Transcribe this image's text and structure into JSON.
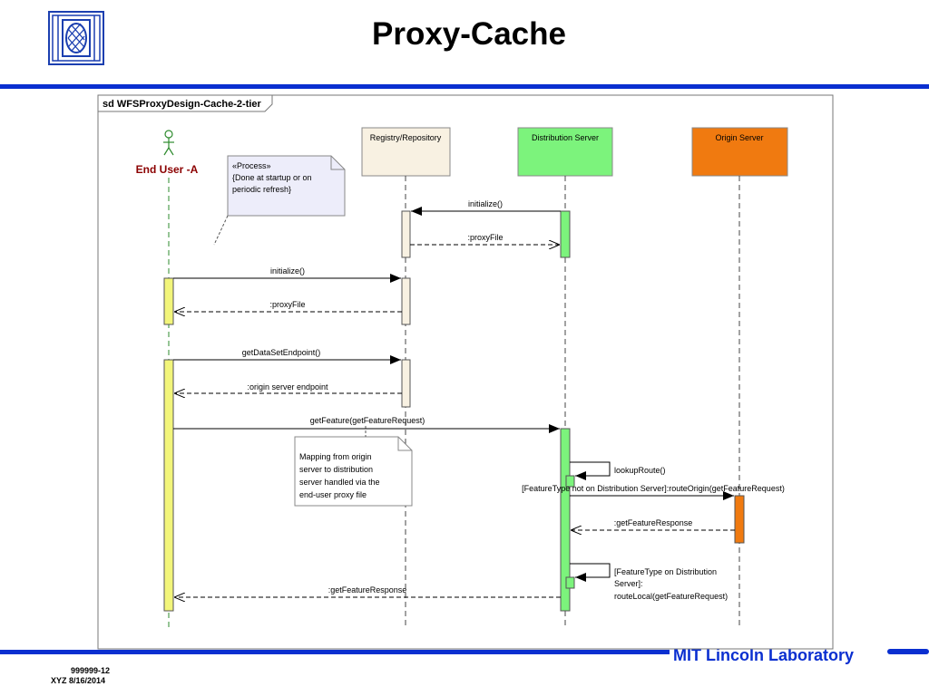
{
  "slide": {
    "title": "Proxy-Cache",
    "footer_lab": "MIT Lincoln Laboratory",
    "footer_id": "999999-12",
    "footer_date": "XYZ 8/16/2014"
  },
  "diagram": {
    "frame_label": "sd WFSProxyDesign-Cache-2-tier",
    "actor": "End User -A",
    "lifelines": {
      "registry": "Registry/Repository",
      "distribution": "Distribution Server",
      "origin": "Origin Server"
    },
    "notes": {
      "process": [
        "«Process»",
        "{Done at startup or on",
        "periodic refresh}"
      ],
      "mapping": [
        "Mapping from origin",
        "server to distribution",
        "server handled via the",
        "end-user proxy file"
      ]
    },
    "messages": {
      "m1": "initialize()",
      "m2": ":proxyFile",
      "m3": "initialize()",
      "m4": ":proxyFile",
      "m5": "getDataSetEndpoint()",
      "m6": ":origin server endpoint",
      "m7": "getFeature(getFeatureRequest)",
      "m8": "lookupRoute()",
      "m9": "[FeatureType not on Distribution Server]:routeOrigin(getFeatureRequest)",
      "m10": ":getFeatureResponse",
      "m11": [
        "[FeatureType on Distribution",
        "Server]:",
        "routeLocal(getFeatureRequest)"
      ],
      "m12": ":getFeatureResponse"
    },
    "colors": {
      "registry_fill": "#f8f1e2",
      "distribution_fill": "#7cf37c",
      "origin_fill": "#f07a10",
      "actor_activation": "#f2f57a",
      "note_fill": "#ededfa",
      "actor_label": "#8b0000",
      "accent_bar": "#0a2fd0"
    }
  }
}
